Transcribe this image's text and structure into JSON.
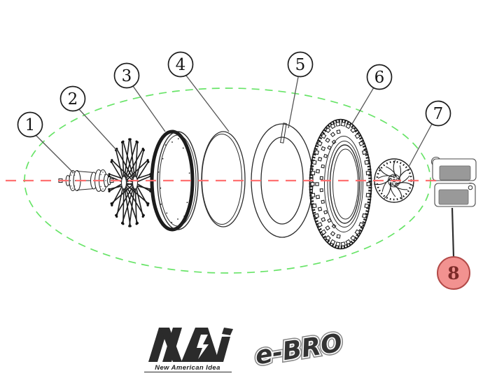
{
  "diagram": {
    "type": "exploded-parts-diagram",
    "subject": "wheel-assembly",
    "callouts": [
      {
        "num": "1",
        "part": "hub-axle-assembly",
        "highlighted": false
      },
      {
        "num": "2",
        "part": "spoke-set",
        "highlighted": false
      },
      {
        "num": "3",
        "part": "wheel-rim",
        "highlighted": false
      },
      {
        "num": "4",
        "part": "rim-band",
        "highlighted": false
      },
      {
        "num": "5",
        "part": "inner-tube-with-valve",
        "highlighted": false
      },
      {
        "num": "6",
        "part": "knobby-tire",
        "highlighted": false
      },
      {
        "num": "7",
        "part": "brake-disc-rotor",
        "highlighted": false
      },
      {
        "num": "8",
        "part": "brake-pads",
        "highlighted": true
      }
    ],
    "colors": {
      "assembly_outline_green": "#68e468",
      "centerline_red": "#ff6a6a",
      "highlight_fill": "#f29290",
      "highlight_border": "#b34a48",
      "highlight_text": "#7c2a28",
      "pad_gray": "#999999"
    }
  },
  "branding": {
    "maker_name": "NAI",
    "maker_tagline": "New American Idea",
    "brand_name": "e-BRO"
  }
}
